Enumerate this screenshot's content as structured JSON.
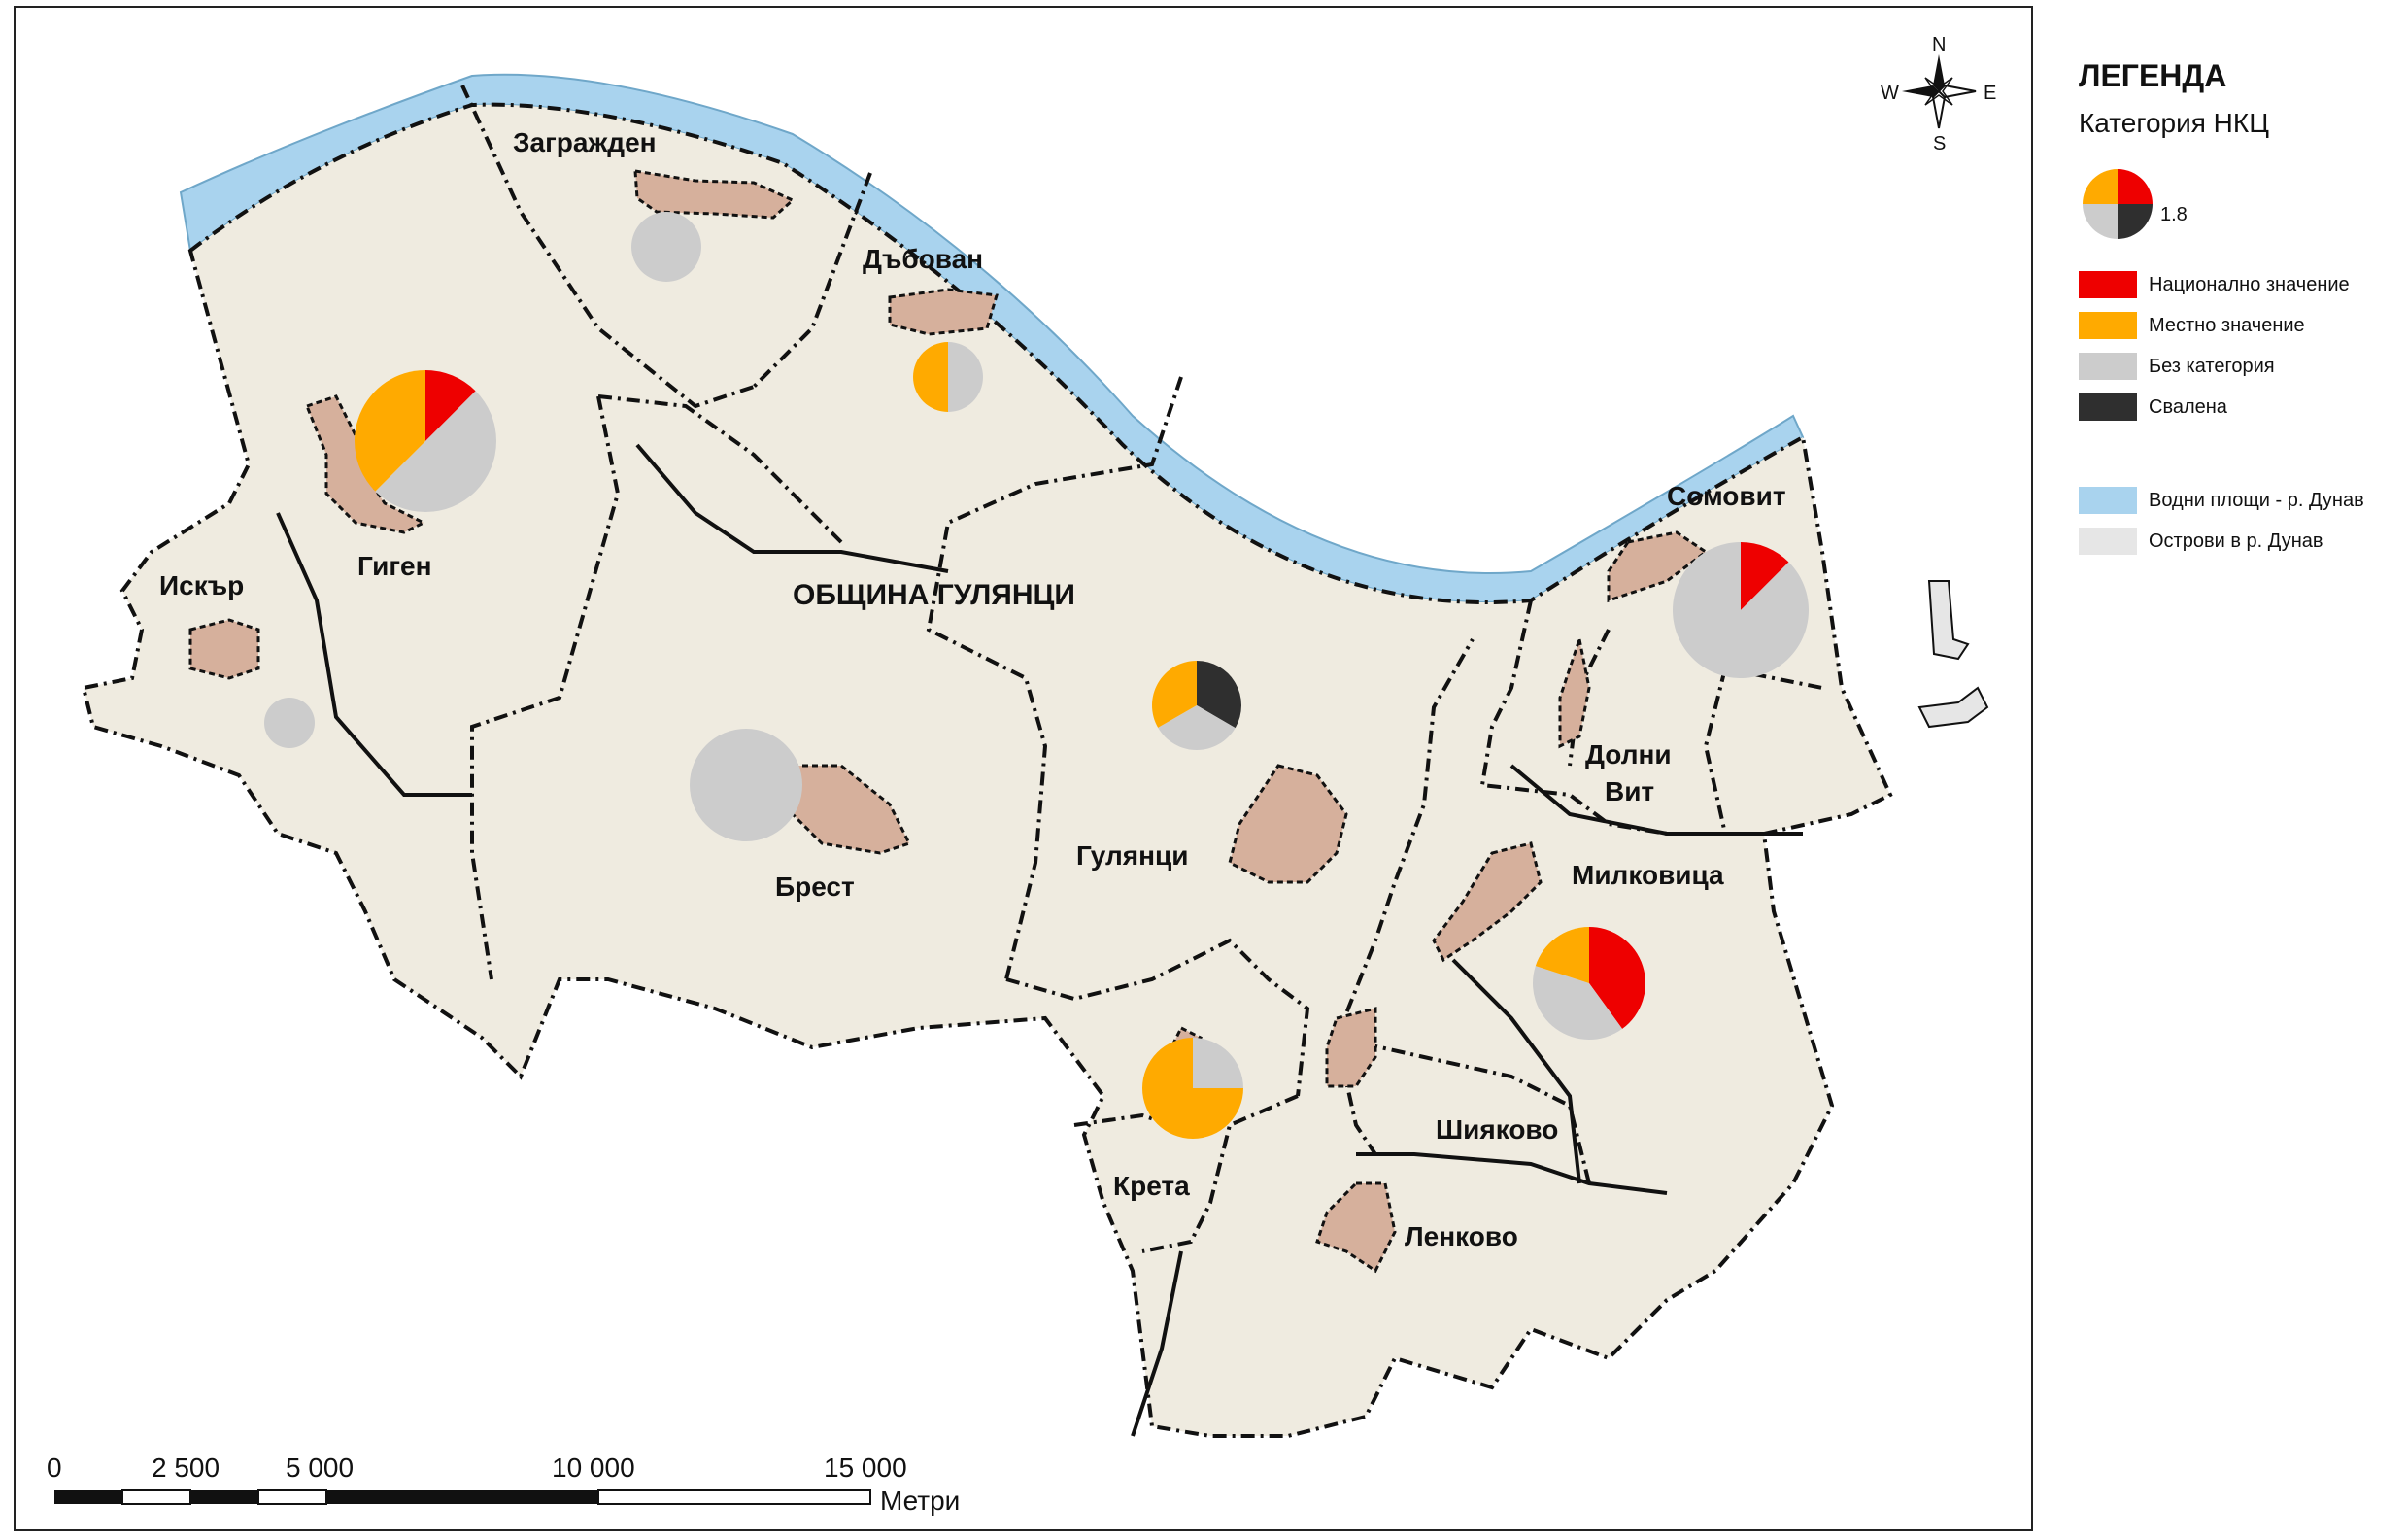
{
  "municipality": {
    "label": "ОБЩИНА ГУЛЯНЦИ"
  },
  "villages": [
    {
      "id": "zagrazhden",
      "label": "Загражден"
    },
    {
      "id": "dabovan",
      "label": "Дъбован"
    },
    {
      "id": "gigen",
      "label": "Гиген"
    },
    {
      "id": "iskar",
      "label": "Искър"
    },
    {
      "id": "somovit",
      "label": "Сомовит"
    },
    {
      "id": "dolni-vit-1",
      "label": "Долни"
    },
    {
      "id": "dolni-vit-2",
      "label": "Вит"
    },
    {
      "id": "brest",
      "label": "Брест"
    },
    {
      "id": "gulyantsi",
      "label": "Гулянци"
    },
    {
      "id": "milkovitsa",
      "label": "Милковица"
    },
    {
      "id": "shiyakovo",
      "label": "Шияково"
    },
    {
      "id": "kreta",
      "label": "Крета"
    },
    {
      "id": "lenkovo",
      "label": "Ленково"
    }
  ],
  "colors": {
    "national": "#ee0000",
    "local": "#ffaa00",
    "no_category": "#cccccc",
    "demolished": "#2f2f2f",
    "water": "#a9d3ee",
    "islands": "#e6e6e6",
    "land": "#efebe0",
    "settlement": "#d6b09c",
    "boundary": "#111111"
  },
  "pies": [
    {
      "id": "zagrazhden",
      "slices": {
        "national": 0,
        "local": 0,
        "no_category": 1,
        "demolished": 0
      }
    },
    {
      "id": "dabovan",
      "slices": {
        "national": 0,
        "local": 0.5,
        "no_category": 0.5,
        "demolished": 0
      }
    },
    {
      "id": "gigen",
      "slices": {
        "national": 0.125,
        "local": 0.375,
        "no_category": 0.5,
        "demolished": 0
      }
    },
    {
      "id": "iskar",
      "slices": {
        "national": 0,
        "local": 0,
        "no_category": 1,
        "demolished": 0
      }
    },
    {
      "id": "somovit",
      "slices": {
        "national": 0.125,
        "local": 0,
        "no_category": 0.875,
        "demolished": 0
      }
    },
    {
      "id": "brest",
      "slices": {
        "national": 0,
        "local": 0,
        "no_category": 1,
        "demolished": 0
      }
    },
    {
      "id": "gulyantsi",
      "slices": {
        "national": 0,
        "local": 0.333,
        "no_category": 0.333,
        "demolished": 0.334
      }
    },
    {
      "id": "milkovitsa",
      "slices": {
        "national": 0.4,
        "local": 0.2,
        "no_category": 0.4,
        "demolished": 0
      }
    },
    {
      "id": "kreta",
      "slices": {
        "national": 0,
        "local": 0.75,
        "no_category": 0.25,
        "demolished": 0
      }
    }
  ],
  "compass": {
    "n": "N",
    "s": "S",
    "e": "E",
    "w": "W"
  },
  "scale_bar": {
    "ticks": [
      "0",
      "2 500",
      "5 000",
      "10 000",
      "15 000"
    ],
    "unit": "Метри"
  },
  "legend": {
    "title": "ЛЕГЕНДА",
    "subtitle": "Категория НКЦ",
    "pie_value": "1.8",
    "items": [
      {
        "key": "national",
        "label": "Национално значение"
      },
      {
        "key": "local",
        "label": "Местно значение"
      },
      {
        "key": "no_category",
        "label": "Без категория"
      },
      {
        "key": "demolished",
        "label": "Свалена"
      },
      {
        "key": "water",
        "label": "Водни площи - р. Дунав"
      },
      {
        "key": "islands",
        "label": "Острови в р. Дунав"
      }
    ]
  }
}
